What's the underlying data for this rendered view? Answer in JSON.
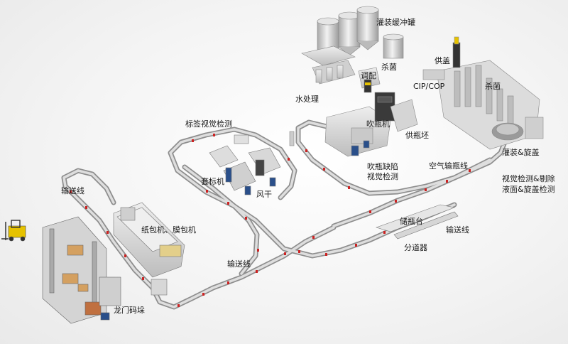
{
  "labels": {
    "filling_buffer_tank": "灌装缓冲罐",
    "sterilize_top": "杀菌",
    "blending": "调配",
    "water_treatment": "水处理",
    "cap_supply": "供盖",
    "cip_cop": "CIP/COP",
    "sterilize_right": "杀菌",
    "label_vision": "标签视觉检测",
    "blow_molding": "吹瓶机",
    "preform_supply": "供瓶坯",
    "blow_vision": "吹瓶缺陷\n视觉检测",
    "air_conveyor": "空气输瓶线",
    "filling_capping": "灌装&旋盖",
    "vision_reject": "视觉检测&剔除\n液面&旋盖检测",
    "sleeve_labeler": "套标机",
    "air_dryer": "风干",
    "conveyor_left": "输送线",
    "wrap_pack": "纸包机、膜包机",
    "bottle_storage": "储瓶台",
    "conveyor_right": "输送线",
    "divider": "分道器",
    "conveyor_mid": "输送线",
    "gantry_palletizer": "龙门码垛"
  },
  "colors": {
    "conveyor": "#9a9a9a",
    "machine": "#d9d9d9",
    "accent_red": "#cc2222",
    "forklift": "#e6c200",
    "tank": "#cfcfcf"
  }
}
